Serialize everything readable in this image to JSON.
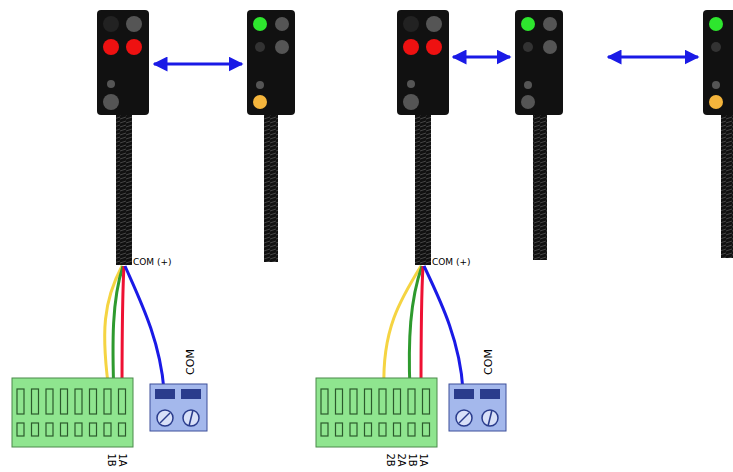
{
  "diagram": {
    "labels": [
      "COM (+)",
      "COM",
      "1B",
      "1A",
      "COM (+)",
      "COM",
      "2B",
      "2A",
      "1B",
      "1A"
    ]
  }
}
